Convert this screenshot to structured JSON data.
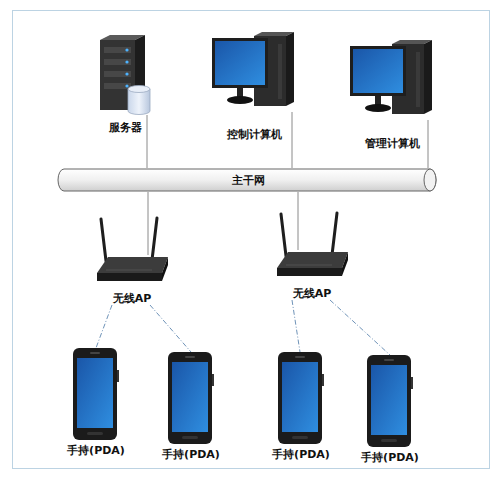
{
  "diagram": {
    "nodes": [
      {
        "text": [
          "服务器"
        ]
      },
      {
        "text": [
          "控制计算机"
        ]
      },
      {
        "text": [
          "管理计算机"
        ]
      },
      {
        "text": [
          "主干网"
        ]
      },
      {
        "text": [
          "无线AP"
        ]
      },
      {
        "text": [
          "无线AP"
        ]
      },
      {
        "text": [
          "手持(PDA)"
        ]
      },
      {
        "text": [
          "手持(PDA)"
        ]
      },
      {
        "text": [
          "手持(PDA)"
        ]
      },
      {
        "text": [
          "手持(PDA)"
        ]
      }
    ],
    "edges": [
      {
        "from": 0,
        "to": 3,
        "arrow": "none"
      },
      {
        "from": 1,
        "to": 3,
        "arrow": "none"
      },
      {
        "from": 2,
        "to": 3,
        "arrow": "none"
      },
      {
        "from": 3,
        "to": 4,
        "arrow": "none"
      },
      {
        "from": 3,
        "to": 5,
        "arrow": "none"
      },
      {
        "from": 4,
        "to": 6,
        "arrow": "none"
      },
      {
        "from": 4,
        "to": 7,
        "arrow": "none"
      },
      {
        "from": 5,
        "to": 8,
        "arrow": "none"
      },
      {
        "from": 5,
        "to": 9,
        "arrow": "none"
      }
    ]
  }
}
